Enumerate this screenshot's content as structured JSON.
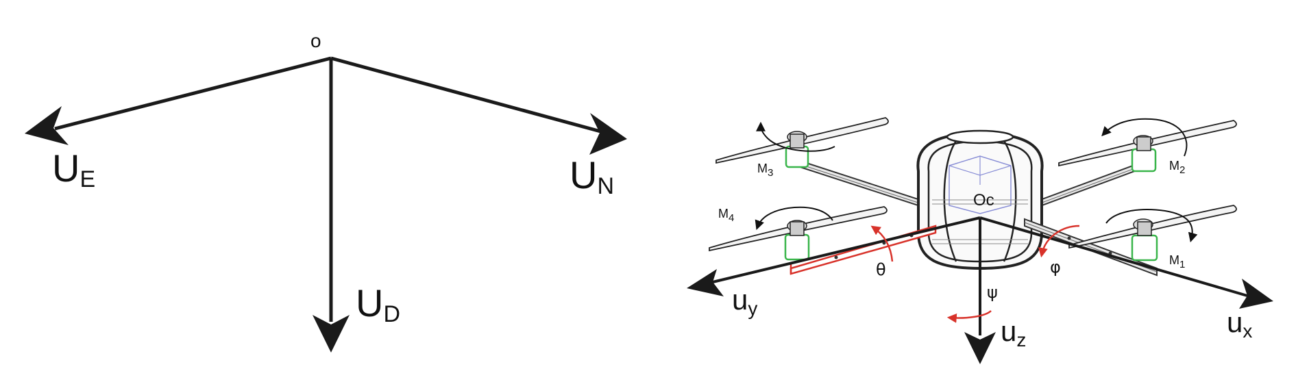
{
  "ned_frame": {
    "origin": "o",
    "axis_e": {
      "main": "U",
      "sub": "E"
    },
    "axis_n": {
      "main": "U",
      "sub": "N"
    },
    "axis_d": {
      "main": "U",
      "sub": "D"
    }
  },
  "body_frame": {
    "center": "Oc",
    "axis_x": {
      "main": "u",
      "sub": "x"
    },
    "axis_y": {
      "main": "u",
      "sub": "y"
    },
    "axis_z": {
      "main": "u",
      "sub": "z"
    },
    "roll": "φ",
    "pitch": "θ",
    "yaw": "ψ",
    "motors": [
      {
        "main": "M",
        "sub": "1"
      },
      {
        "main": "M",
        "sub": "2"
      },
      {
        "main": "M",
        "sub": "3"
      },
      {
        "main": "M",
        "sub": "4"
      }
    ]
  },
  "colors": {
    "axis": "#1a1a1a",
    "rotation_arrow": "#d8322a",
    "motor_ring": "#39b54a",
    "pitch_arm": "#d8322a",
    "cage_inner": "#8a8fd6"
  }
}
